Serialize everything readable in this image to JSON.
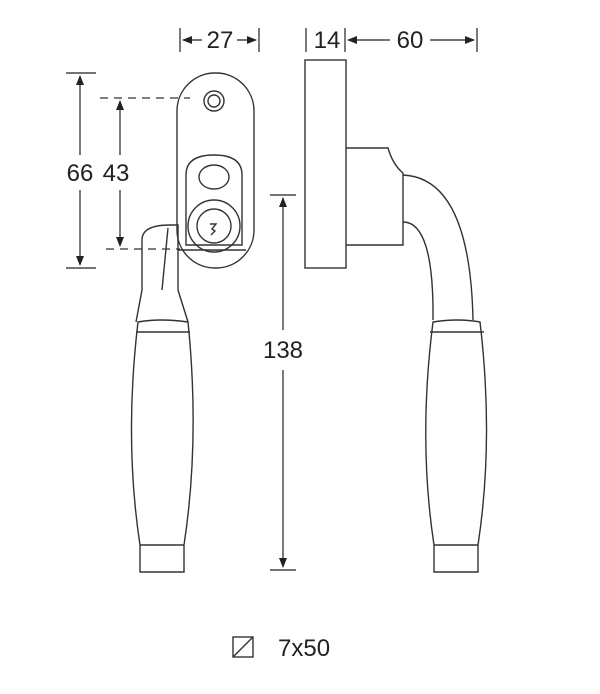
{
  "dimensions": {
    "plate_width": "27",
    "rosette_depth": "14",
    "projection": "60",
    "total_height": "66",
    "hole_spacing": "43",
    "handle_length": "138"
  },
  "spindle": {
    "icon": "square-spindle-icon",
    "label": "7x50"
  }
}
